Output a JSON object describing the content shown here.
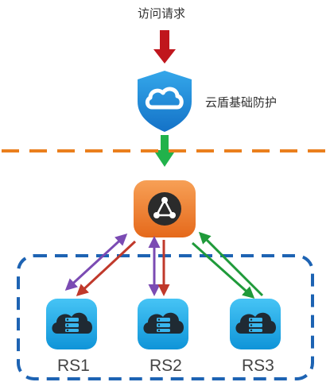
{
  "top_label": "访问请求",
  "shield_label": "云盾基础防护",
  "servers": [
    {
      "label": "RS1",
      "arrow_color": "#7b4bb3",
      "return_color": "#c0392b"
    },
    {
      "label": "RS2",
      "arrow_color": "#7b4bb3",
      "return_color": "#c0392b"
    },
    {
      "label": "RS3",
      "arrow_color": "#1f9a3a",
      "return_color": "#1f9a3a"
    }
  ],
  "colors": {
    "request_arrow": "#c0161d",
    "pass_arrow": "#21b24b",
    "shield": "#1e8fd9",
    "boundary_dashes": "#ea7f1d",
    "backend_border": "#1d63b3",
    "balancer": "#ef7d2c",
    "server_tile": "#1aa8e6"
  }
}
